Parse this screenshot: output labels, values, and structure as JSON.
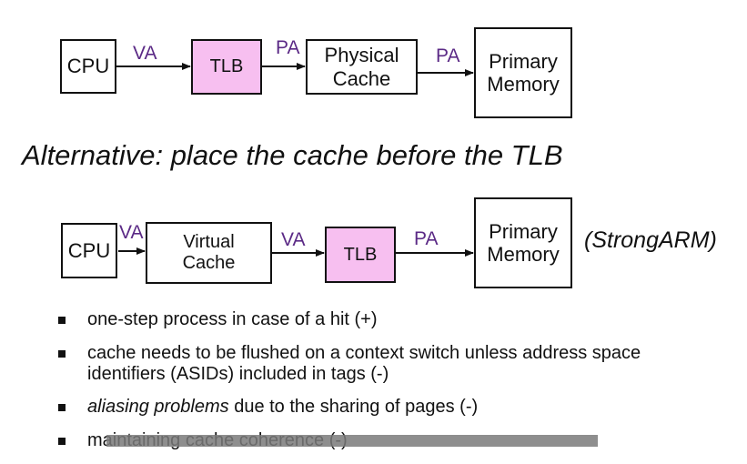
{
  "diagram1": {
    "cpu": "CPU",
    "tlb": "TLB",
    "physical_cache_line1": "Physical",
    "physical_cache_line2": "Cache",
    "primary_memory_line1": "Primary",
    "primary_memory_line2": "Memory",
    "label_va": "VA",
    "label_pa1": "PA",
    "label_pa2": "PA"
  },
  "alternative_title": "Alternative: place the cache before the TLB",
  "diagram2": {
    "cpu": "CPU",
    "virtual_cache_line1": "Virtual",
    "virtual_cache_line2": "Cache",
    "tlb": "TLB",
    "primary_memory_line1": "Primary",
    "primary_memory_line2": "Memory",
    "label_va1": "VA",
    "label_va2": "VA",
    "label_pa": "PA",
    "note": "(StrongARM)"
  },
  "bullets": {
    "b1": "one-step process in case of a hit (+)",
    "b2_line1": "cache needs to be flushed on a context switch unless address space",
    "b2_line2": "identifiers (ASIDs) included in tags (-)",
    "b3_italic": "aliasing problems",
    "b3_rest": " due to the sharing of pages (-)",
    "b4": "maintaining cache coherence (-)"
  },
  "colors": {
    "tlb_fill": "#f7bff0",
    "label_color": "#5b2a86"
  }
}
